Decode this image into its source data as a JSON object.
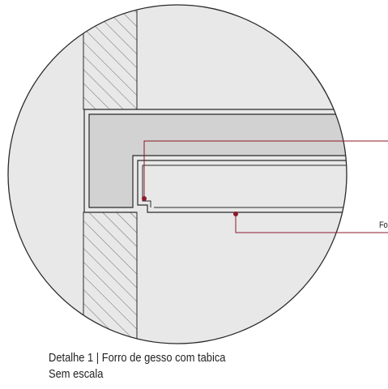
{
  "detail": {
    "callouts": {
      "forro": "For"
    },
    "caption": {
      "title": "Detalhe 1 | Forro de gesso com tabica",
      "scale": "Sem escala"
    },
    "colors": {
      "circle_fill": "#e8e8e8",
      "circle_outline": "#2a2a2a",
      "concrete_slab": "#d2d2d2",
      "leader": "#8b1a2b",
      "hatch": "#555555"
    }
  }
}
